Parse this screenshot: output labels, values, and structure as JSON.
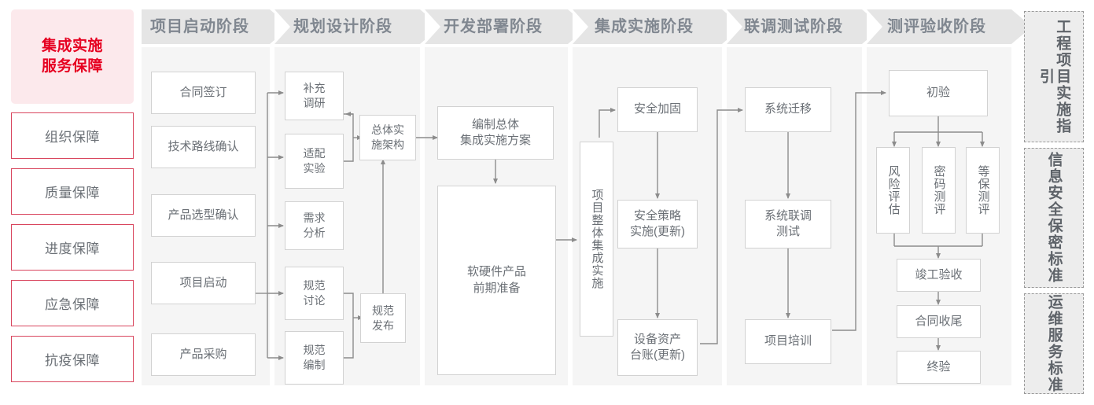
{
  "guarantee_rail": {
    "title": "集成实施\n服务保障",
    "title_line1": "集成实施",
    "title_line2": "服务保障",
    "accent_color": "#e60021",
    "panel_bg": "#fce9ec",
    "border_color": "#d9465e",
    "items": [
      {
        "label": "组织保障"
      },
      {
        "label": "质量保障"
      },
      {
        "label": "进度保障"
      },
      {
        "label": "应急保障"
      },
      {
        "label": "抗疫保障"
      }
    ]
  },
  "phases": [
    {
      "id": "startup",
      "header": "项目启动阶段",
      "nodes": [
        {
          "id": "n-contract",
          "label": "合同签订"
        },
        {
          "id": "n-techroute",
          "label": "技术路线确认"
        },
        {
          "id": "n-product-sel",
          "label": "产品选型确认"
        },
        {
          "id": "n-kickoff",
          "label": "项目启动"
        },
        {
          "id": "n-purchase",
          "label": "产品采购"
        }
      ]
    },
    {
      "id": "planning",
      "header": "规划设计阶段",
      "nodes": [
        {
          "id": "n-survey",
          "label": "补充\n调研",
          "l1": "补充",
          "l2": "调研"
        },
        {
          "id": "n-adapt",
          "label": "适配\n实验",
          "l1": "适配",
          "l2": "实验"
        },
        {
          "id": "n-require",
          "label": "需求\n分析",
          "l1": "需求",
          "l2": "分析"
        },
        {
          "id": "n-spec-disc",
          "label": "规范\n讨论",
          "l1": "规范",
          "l2": "讨论"
        },
        {
          "id": "n-spec-draft",
          "label": "规范\n编制",
          "l1": "规范",
          "l2": "编制"
        },
        {
          "id": "n-arch",
          "label": "总体实\n施架构",
          "l1": "总体实",
          "l2": "施架构"
        },
        {
          "id": "n-spec-pub",
          "label": "规范\n发布",
          "l1": "规范",
          "l2": "发布"
        }
      ]
    },
    {
      "id": "dev",
      "header": "开发部署阶段",
      "nodes": [
        {
          "id": "n-plan-doc",
          "label": "编制总体\n集成实施方案",
          "l1": "编制总体",
          "l2": "集成实施方案"
        },
        {
          "id": "n-prep",
          "label": "软硬件产品\n前期准备",
          "l1": "软硬件产品",
          "l2": "前期准备"
        }
      ]
    },
    {
      "id": "integration",
      "header": "集成实施阶段",
      "nodes": [
        {
          "id": "n-overall",
          "label": "项目整体集成实施"
        },
        {
          "id": "n-harden",
          "label": "安全加固"
        },
        {
          "id": "n-policy",
          "label": "安全策略\n实施(更新)",
          "l1": "安全策略",
          "l2": "实施(更新)"
        },
        {
          "id": "n-asset",
          "label": "设备资产\n台账(更新)",
          "l1": "设备资产",
          "l2": "台账(更新)"
        }
      ]
    },
    {
      "id": "testing",
      "header": "联调测试阶段",
      "nodes": [
        {
          "id": "n-migrate",
          "label": "系统迁移"
        },
        {
          "id": "n-joint-test",
          "label": "系统联调\n测试",
          "l1": "系统联调",
          "l2": "测试"
        },
        {
          "id": "n-training",
          "label": "项目培训"
        }
      ]
    },
    {
      "id": "acceptance",
      "header": "测评验收阶段",
      "nodes": [
        {
          "id": "n-prelim",
          "label": "初验"
        },
        {
          "id": "n-risk",
          "label": "风险评估"
        },
        {
          "id": "n-crypto",
          "label": "密码测评"
        },
        {
          "id": "n-mlps",
          "label": "等保测评"
        },
        {
          "id": "n-final-check",
          "label": "竣工验收"
        },
        {
          "id": "n-contract-close",
          "label": "合同收尾"
        },
        {
          "id": "n-final",
          "label": "终验"
        }
      ]
    }
  ],
  "standards_rail": [
    {
      "id": "std-guideline",
      "label": "工程项目实施指引"
    },
    {
      "id": "std-security",
      "label": "信息安全保密标准"
    },
    {
      "id": "std-ops",
      "label": "运维服务标准"
    }
  ],
  "palette": {
    "header_bar": "#e5e5e5",
    "column_bg": "#f5f5f5",
    "node_border": "#d2d2d2",
    "node_text": "#6a6f75",
    "connector": "#8c8c8c",
    "standards_bg": "#ededed",
    "standards_border": "#9a9a9a"
  }
}
